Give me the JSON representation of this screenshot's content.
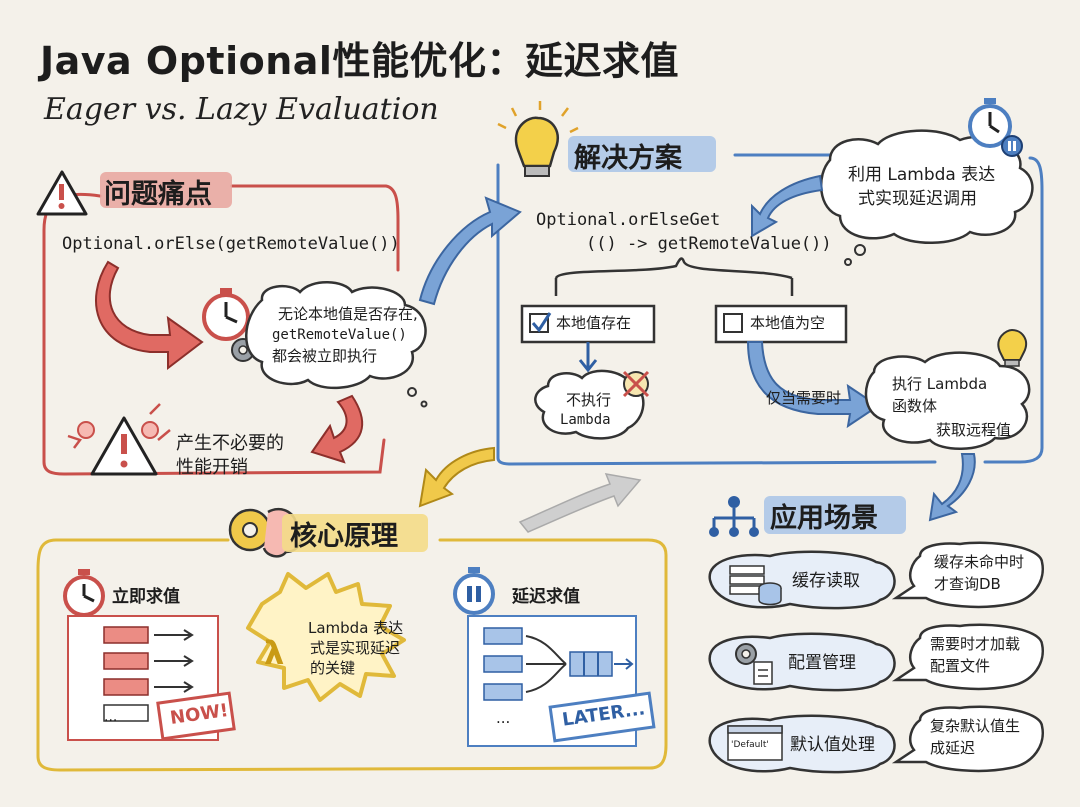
{
  "title": "Java Optional性能优化：延迟求值",
  "subtitle": "Eager vs. Lazy Evaluation",
  "problem": {
    "heading": "问题痛点",
    "code": "Optional.orElse(getRemoteValue())",
    "cloud_line1": "无论本地值是否存在,",
    "cloud_line2": "getRemoteValue()",
    "cloud_line3": "都会被立即执行",
    "result_line1": "产生不必要的",
    "result_line2": "性能开销"
  },
  "solution": {
    "heading": "解决方案",
    "bubble_line1": "利用 Lambda 表达",
    "bubble_line2": "式实现延迟调用",
    "code_line1": "Optional.orElseGet",
    "code_line2": "(() -> getRemoteValue())",
    "branch_present": "本地值存在",
    "branch_empty": "本地值为空",
    "no_exec_line1": "不执行",
    "no_exec_line2": "Lambda",
    "only_when": "仅当需要时",
    "exec_line1": "执行 Lambda",
    "exec_line2": "函数体",
    "fetch": "获取远程值"
  },
  "core": {
    "heading": "核心原理",
    "eager_label": "立即求值",
    "lazy_label": "延迟求值",
    "lambda_line1": "Lambda 表达",
    "lambda_line2": "式是实现延迟",
    "lambda_line3": "的关键",
    "now_stamp": "NOW!",
    "later_stamp": "LATER...",
    "dots": "..."
  },
  "scenarios": {
    "heading": "应用场景",
    "items": [
      {
        "label": "缓存读取",
        "note_line1": "缓存未命中时",
        "note_line2": "才查询DB"
      },
      {
        "label": "配置管理",
        "note_line1": "需要时才加载",
        "note_line2": "配置文件"
      },
      {
        "label": "默认值处理",
        "note_line1": "复杂默认值生",
        "note_line2": "成延迟",
        "tag": "'Default'"
      }
    ]
  }
}
